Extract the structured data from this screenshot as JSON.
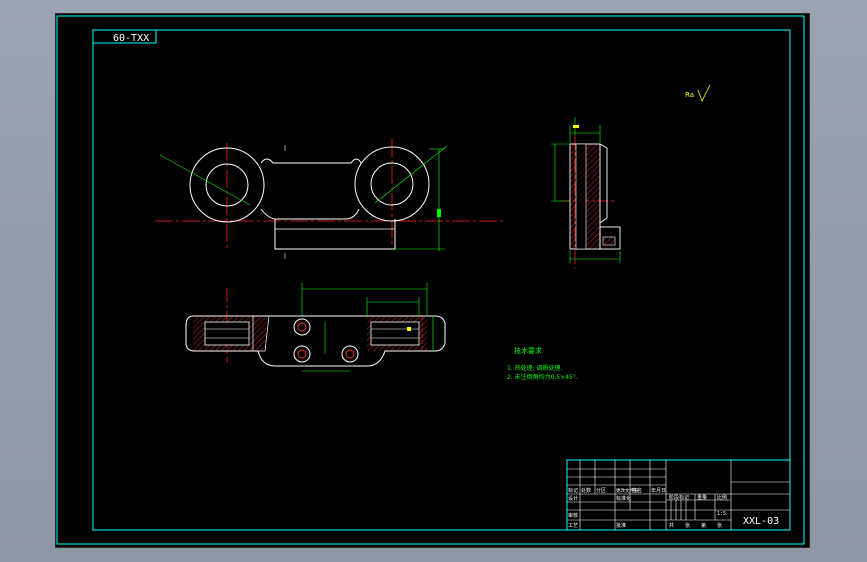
{
  "drawing": {
    "code_box": "60-TXX",
    "part_code": "XXL-03",
    "roughness_note": "Ra",
    "scale": "1:5"
  },
  "notes": {
    "heading": "技术要求",
    "items": [
      "1. 热处理: 调质处理.",
      "2. 未注倒角均为0.5×45°."
    ]
  },
  "title_block": {
    "header_row": [
      "标记",
      "处数",
      "分区",
      "更改文件号",
      "签名",
      "年月日"
    ],
    "left_rows": [
      "设计",
      "审核",
      "工艺"
    ],
    "std_label": "标准化",
    "approve_label": "批准",
    "stage_labels": [
      "阶段标记",
      "重量",
      "比例"
    ],
    "sheet_labels": [
      "共",
      "张",
      "第",
      "张"
    ]
  },
  "colors": {
    "frame": "#00ffff",
    "outline": "#ffffff",
    "centerline": "#ff2020",
    "dimension": "#00ff00",
    "background": "#000000"
  }
}
